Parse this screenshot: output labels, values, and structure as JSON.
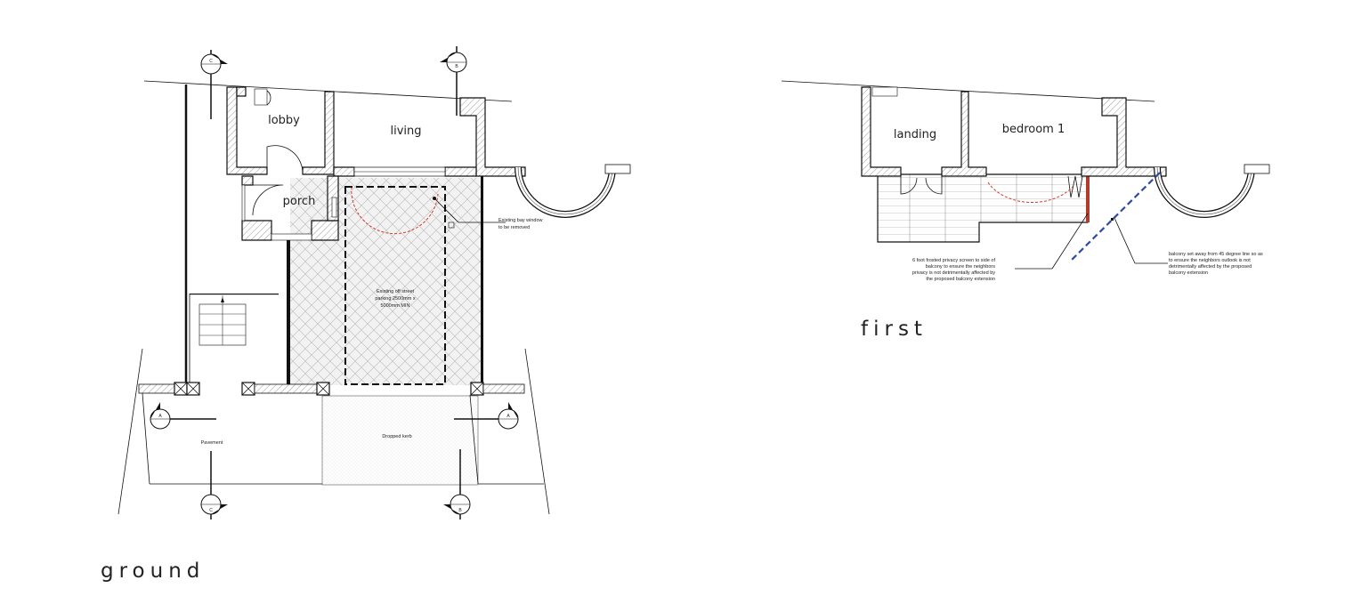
{
  "ground": {
    "title": "ground",
    "rooms": {
      "lobby": "lobby",
      "living": "living",
      "porch": "porch"
    },
    "notes": {
      "bay_window": [
        "Existing bay window",
        "to be removed"
      ],
      "parking": [
        "Existing off street",
        "parking 2500mm x",
        "5000mm MIN"
      ],
      "dropped_kerb": "Dropped kerb",
      "pavement": "Pavement"
    },
    "sections": {
      "top_left": "C",
      "top_mid": "B",
      "left": "A",
      "right": "A",
      "bottom_left": "C",
      "bottom_mid": "B"
    }
  },
  "first": {
    "title": "first",
    "rooms": {
      "landing": "landing",
      "bedroom": "bedroom 1"
    },
    "notes": {
      "privacy_screen": [
        "6 foot frosted privacy screen to side of",
        "balcony to ensure the neighbors",
        "privacy is not detrimentally affected by",
        "the proposed balcony extension"
      ],
      "balcony_setback": [
        "balcony set away from 45 degree line so as",
        "to ensure the neighbors outlook is not",
        "detrimentally affected by the proposed",
        "balcony extension"
      ]
    }
  },
  "colors": {
    "line": "#111111",
    "red_dash": "#d03a2a",
    "blue_dash": "#2c4aa8",
    "privacy_screen": "#b23b2b"
  }
}
